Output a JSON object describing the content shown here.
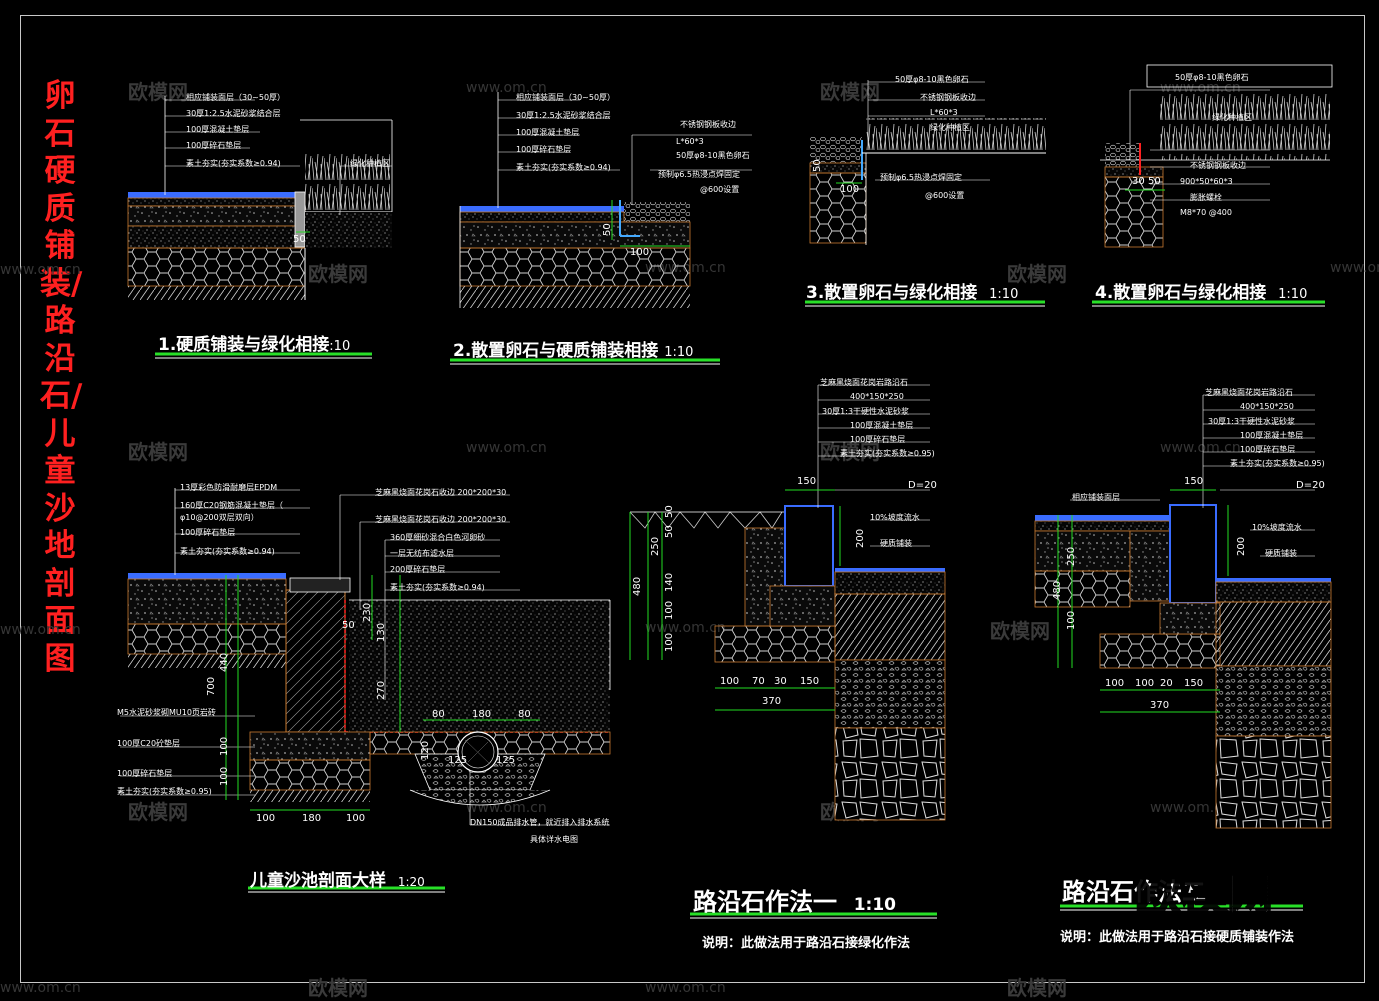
{
  "sheet_title": "卵石硬质铺装/路沿石/儿童沙地剖面图",
  "watermarks": {
    "brand": "欧模网",
    "url": "www.om.cn"
  },
  "details": [
    {
      "id": "d1",
      "title": "1.硬质铺装与绿化相接",
      "scale": ":10",
      "labels": [
        "相应铺装面层（30~50厚）",
        "30厚1:2.5水泥砂浆结合层",
        "100厚混凝土垫层",
        "100厚碎石垫层",
        "素土夯实(夯实系数≥0.94)",
        "绿化种植区"
      ],
      "dims": [
        "50"
      ]
    },
    {
      "id": "d2",
      "title": "2.散置卵石与硬质铺装相接",
      "scale": "1:10",
      "labels": [
        "相应铺装面层（30~50厚）",
        "30厚1:2.5水泥砂浆结合层",
        "100厚混凝土垫层",
        "100厚碎石垫层",
        "素土夯实(夯实系数≥0.94)",
        "不锈钢钢板收边",
        "L*60*3",
        "50厚φ8-10黑色卵石",
        "预制φ6.5热浸点焊固定",
        "@600设置"
      ],
      "dims": [
        "100",
        "50"
      ]
    },
    {
      "id": "d3",
      "title": "3.散置卵石与绿化相接",
      "scale": "1:10",
      "labels": [
        "50厚φ8-10黑色卵石",
        "不锈钢钢板收边",
        "L*60*3",
        "绿化种植区",
        "预制φ6.5热浸点焊固定",
        "@600设置"
      ],
      "dims": [
        "100",
        "50"
      ]
    },
    {
      "id": "d4",
      "title": "4.散置卵石与绿化相接",
      "scale": "1:10",
      "labels": [
        "50厚φ8-10黑色卵石",
        "绿化种植区",
        "不锈钢钢板收边",
        "900*50*60*3",
        "膨胀螺栓",
        "M8*70 @400"
      ],
      "dims": [
        "30",
        "50"
      ]
    },
    {
      "id": "d5",
      "title": "儿童沙池剖面大样",
      "scale": "1:20",
      "labels": [
        "13厚彩色防滑耐磨层EPDM",
        "160厚C20钢筋混凝土垫层（",
        "φ10@200双层双向）",
        "100厚碎石垫层",
        "素土夯实(夯实系数≥0.94)",
        "芝麻黑烧面花岗石收边 200*200*30",
        "芝麻黑烧面花岗石收边 200*200*30",
        "360厚细砂混合白色河卵砂",
        "一层无纺布滤水层",
        "200厚碎石垫层",
        "素土夯实(夯实系数≥0.94)",
        "M5水泥砂浆砌MU10页岩砖",
        "100厚C20砼垫层",
        "100厚碎石垫层",
        "素土夯实(夯实系数≥0.95)",
        "DN150成品排水管，就近排入排水系统",
        "具体详水电图"
      ],
      "dims": [
        "100",
        "180",
        "100",
        "80",
        "180",
        "80",
        "700",
        "440",
        "100",
        "100",
        "50",
        "120",
        "125",
        "125",
        "270",
        "230",
        "130"
      ]
    },
    {
      "id": "d6",
      "title": "路沿石作法一",
      "scale": "1:10",
      "note": "说明：此做法用于路沿石接绿化作法",
      "labels": [
        "芝麻黑烧面花岗岩路沿石",
        "400*150*250",
        "30厚1:3干硬性水泥砂浆",
        "100厚混凝土垫层",
        "100厚碎石垫层",
        "素土夯实(夯实系数≥0.95)",
        "D=20",
        "10%坡度流水",
        "硬质铺装"
      ],
      "dims": [
        "150",
        "200",
        "480",
        "250",
        "140",
        "100",
        "100",
        "100",
        "70",
        "30",
        "150",
        "370",
        "50",
        "50"
      ]
    },
    {
      "id": "d7",
      "title": "路沿石作法二",
      "scale": "",
      "note": "说明：此做法用于路沿石接硬质铺装作法",
      "labels": [
        "芝麻黑烧面花岗岩路沿石",
        "400*150*250",
        "30厚1:3干硬性水泥砂浆",
        "100厚混凝土垫层",
        "100厚碎石垫层",
        "素土夯实(夯实系数≥0.95)",
        "相应铺装面层",
        "D=20",
        "10%坡度流水",
        "硬质铺装"
      ],
      "dims": [
        "150",
        "200",
        "480",
        "250",
        "100",
        "100",
        "100",
        "20",
        "150",
        "370"
      ]
    }
  ],
  "colors": {
    "background": "#000000",
    "accent_green": "#28e028",
    "title_red": "#ff2020",
    "line_white": "#ffffff",
    "dim_green": "#22dd22",
    "concrete_gray": "#8c8c8c",
    "brown": "#c87a30",
    "blue": "#3a6cff",
    "cyan": "#44aaff"
  }
}
